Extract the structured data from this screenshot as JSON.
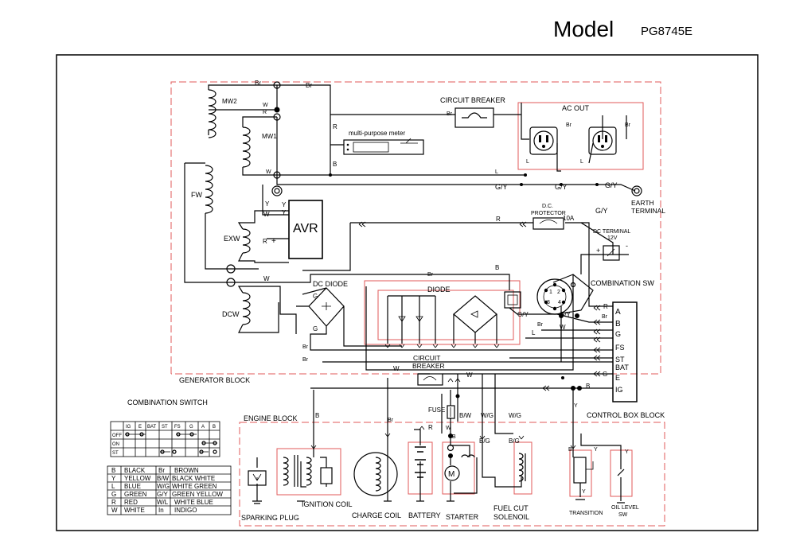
{
  "header": {
    "title": "Model",
    "model_no": "PG8745E"
  },
  "generator": {
    "block": "GENERATOR BLOCK",
    "mw2": "MW2",
    "mw1": "MW1",
    "fw": "FW",
    "exw": "EXW",
    "dcw": "DCW",
    "avr": "AVR",
    "dc_diode": "DC DIODE",
    "diode": "DIODE",
    "circuit_breaker_main": "CIRCUIT BREAKER",
    "meter": "multi-purpose meter",
    "ac_out": "AC OUT",
    "earth_1": "EARTH",
    "earth_2": "TERMINAL",
    "dc_protector_1": "D.C.",
    "dc_protector_2": "PROTECTOR",
    "fuse_rating": "10A",
    "dc_terminal": "DC TERMINAL",
    "dc_voltage": "12V",
    "combination_sw": "COMBINATION SW",
    "circuit_breaker_small_1": "CIRCUIT",
    "circuit_breaker_small_2": "BREAKER"
  },
  "control_box": {
    "block": "CONTROL BOX BLOCK",
    "terminals": [
      "A",
      "B",
      "G",
      "FS",
      "ST",
      "BAT",
      "E",
      "IG"
    ]
  },
  "engine": {
    "block": "ENGINE BLOCK",
    "fuse": "FUSE",
    "sparking_plug": "SPARKING PLUG",
    "ignition_coil": "IGNITION COIL",
    "charge_coil": "CHARGE COIL",
    "battery": "BATTERY",
    "starter": "STARTER",
    "fuel_cut_1": "FUEL CUT",
    "fuel_cut_2": "SOLENOIL",
    "transition": "TRANSITION",
    "oil_level_1": "OIL LEVEL",
    "oil_level_2": "SW"
  },
  "wire_codes": {
    "br": "Br",
    "w": "W",
    "r": "R",
    "b": "B",
    "l": "L",
    "y": "Y",
    "g": "G",
    "gy": "G/Y",
    "bw": "B/W",
    "wg": "W/G",
    "bg": "B/G",
    "plus": "+",
    "minus": "-",
    "pin1": "1",
    "pin2": "2",
    "pin3": "3",
    "pin4": "4"
  },
  "switch_table": {
    "title": "COMBINATION SWITCH",
    "columns": [
      "IG",
      "E",
      "BAT",
      "ST",
      "FS",
      "G",
      "A",
      "B"
    ],
    "rows": [
      "OFF",
      "ON",
      "ST"
    ]
  },
  "legend": [
    {
      "code": "B",
      "name": "BLACK",
      "code2": "Br",
      "name2": "BROWN"
    },
    {
      "code": "Y",
      "name": "YELLOW",
      "code2": "B/W",
      "name2": "BLACK  WHITE"
    },
    {
      "code": "L",
      "name": "BLUE",
      "code2": "W/G",
      "name2": "WHITE GREEN"
    },
    {
      "code": "G",
      "name": "GREEN",
      "code2": "G/Y",
      "name2": "GREEN YELLOW"
    },
    {
      "code": "R",
      "name": "RED",
      "code2": "W/L",
      "name2": "WHITE BLUE"
    },
    {
      "code": "W",
      "name": "WHITE",
      "code2": "In",
      "name2": "INDIGO"
    }
  ]
}
